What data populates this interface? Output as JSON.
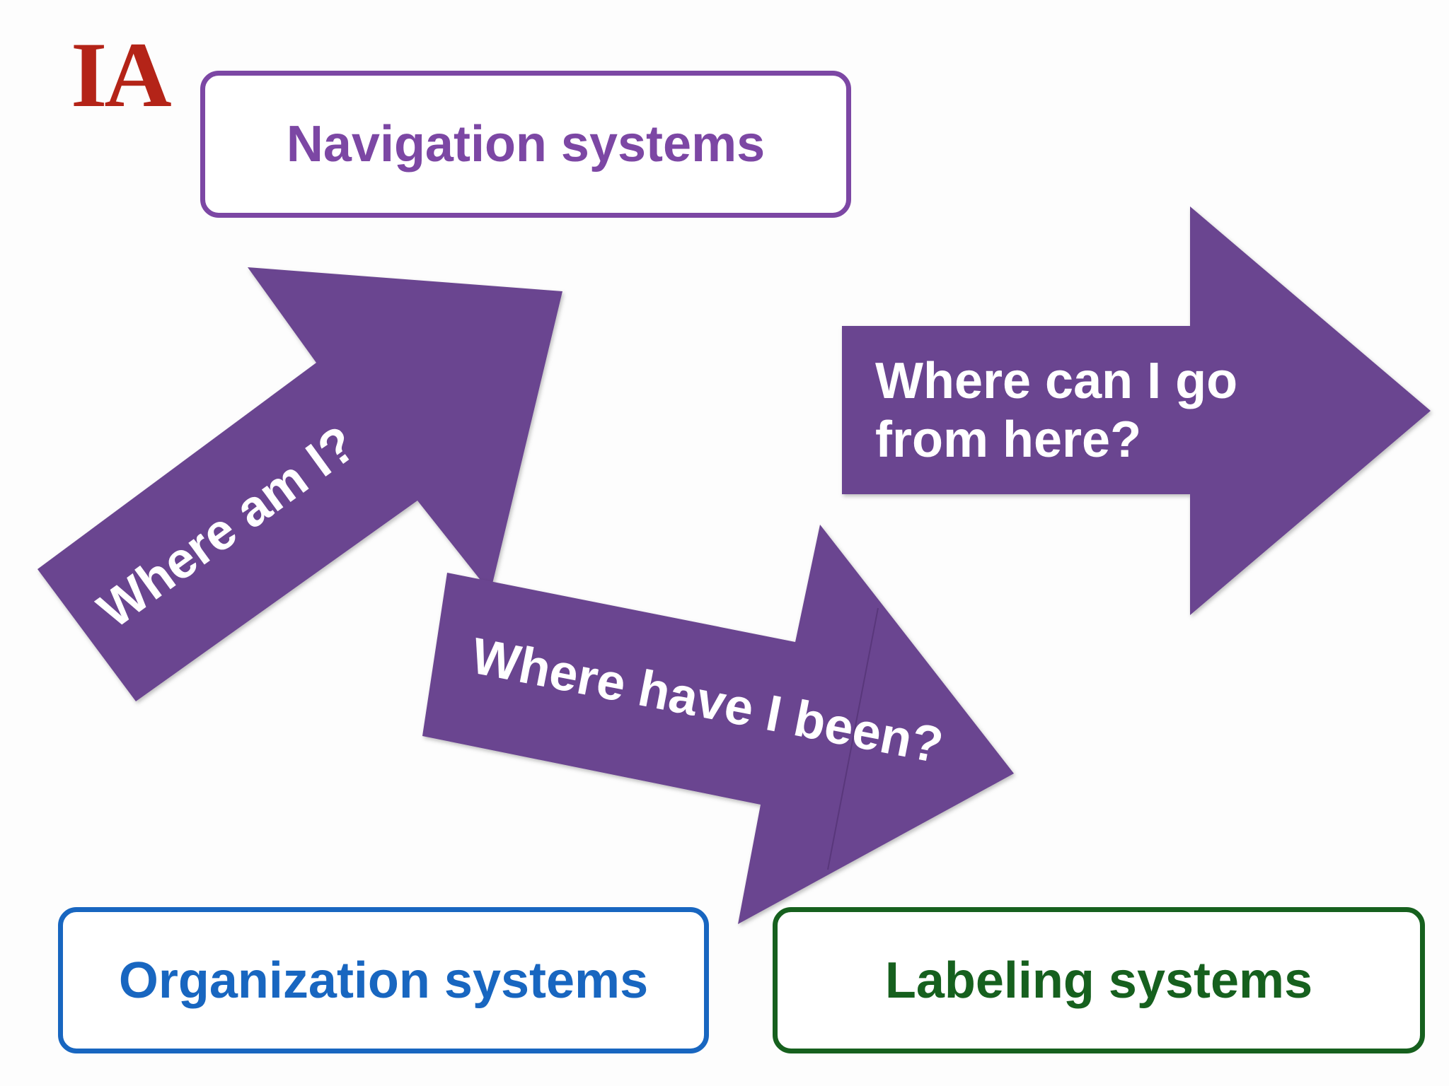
{
  "logo": {
    "text": "IA",
    "color": "#b42418"
  },
  "boxes": {
    "navigation": {
      "label": "Navigation systems",
      "color": "#7c47a4"
    },
    "organization": {
      "label": "Organization systems",
      "color": "#1866c0"
    },
    "labeling": {
      "label": "Labeling systems",
      "color": "#16601e"
    }
  },
  "arrows": {
    "color": "#6b4490",
    "where_am_i": "Where am I?",
    "where_have_i_been": "Where have I been?",
    "where_can_i_go_line1": "Where can I go",
    "where_can_i_go_line2": "from here?"
  }
}
